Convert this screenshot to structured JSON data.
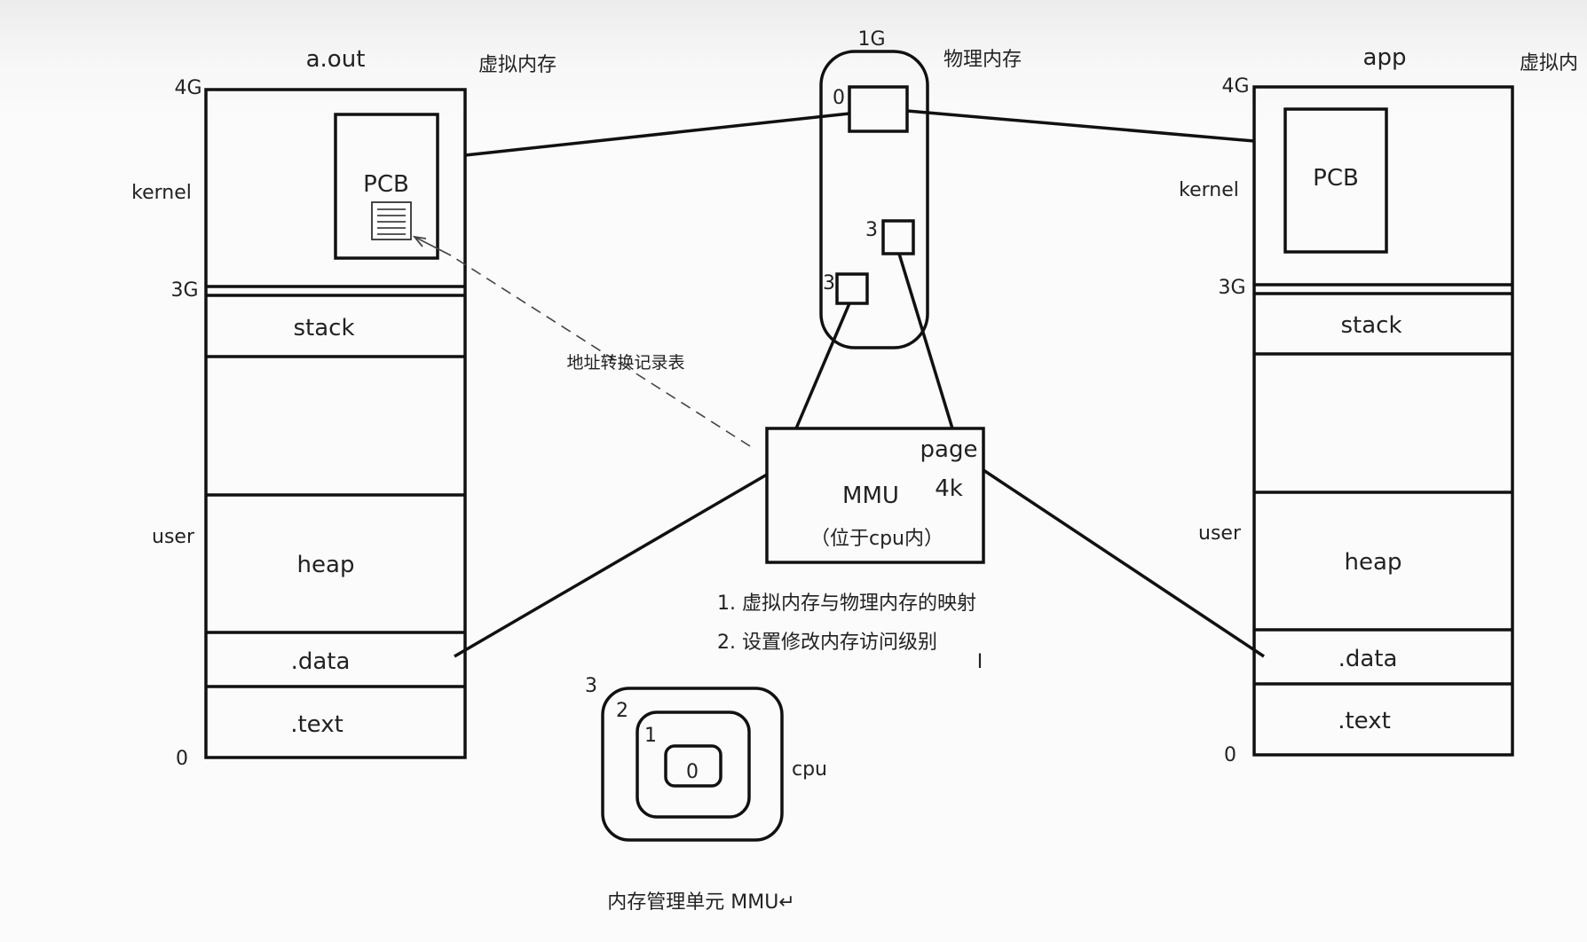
{
  "left_memory": {
    "title": "a.out",
    "caption": "虚拟内存",
    "addr_top": "4G",
    "addr_kernel_boundary": "3G",
    "addr_bottom": "0",
    "region_kernel": "kernel",
    "region_user": "user",
    "pcb_label": "PCB",
    "segments": {
      "stack": "stack",
      "heap": "heap",
      "data": ".data",
      "text": ".text"
    }
  },
  "right_memory": {
    "title": "app",
    "caption": "虚拟内",
    "addr_top": "4G",
    "addr_kernel_boundary": "3G",
    "addr_bottom": "0",
    "region_kernel": "kernel",
    "region_user": "user",
    "pcb_label": "PCB",
    "segments": {
      "stack": "stack",
      "heap": "heap",
      "data": ".data",
      "text": ".text"
    }
  },
  "physical_memory": {
    "size_label": "1G",
    "caption": "物理内存",
    "page_labels": [
      "0",
      "3",
      "3"
    ]
  },
  "address_table_label": "地址转换记录表",
  "mmu": {
    "name": "MMU",
    "location": "（位于cpu内）",
    "page_label": "page",
    "page_size": "4k"
  },
  "notes": [
    "1. 虚拟内存与物理内存的映射",
    "2. 设置修改内存访问级别"
  ],
  "cpu_rings": {
    "levels": [
      "3",
      "2",
      "1",
      "0"
    ],
    "label": "cpu"
  },
  "footer_caption": "内存管理单元 MMU↵"
}
